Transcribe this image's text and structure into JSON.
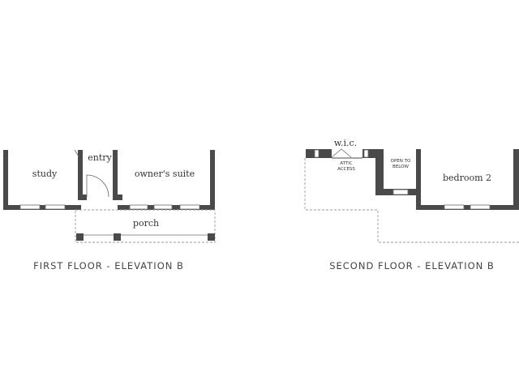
{
  "first_floor": {
    "caption": "FIRST FLOOR - ELEVATION B",
    "rooms": {
      "study": "study",
      "entry": "entry",
      "owners_suite": "owner's suite",
      "porch": "porch"
    }
  },
  "second_floor": {
    "caption": "SECOND FLOOR - ELEVATION B",
    "rooms": {
      "wic": "w.i.c.",
      "attic_line1": "ATTIC",
      "attic_line2": "ACCESS",
      "open_line1": "OPEN TO",
      "open_line2": "BELOW",
      "bedroom2": "bedroom 2"
    }
  }
}
